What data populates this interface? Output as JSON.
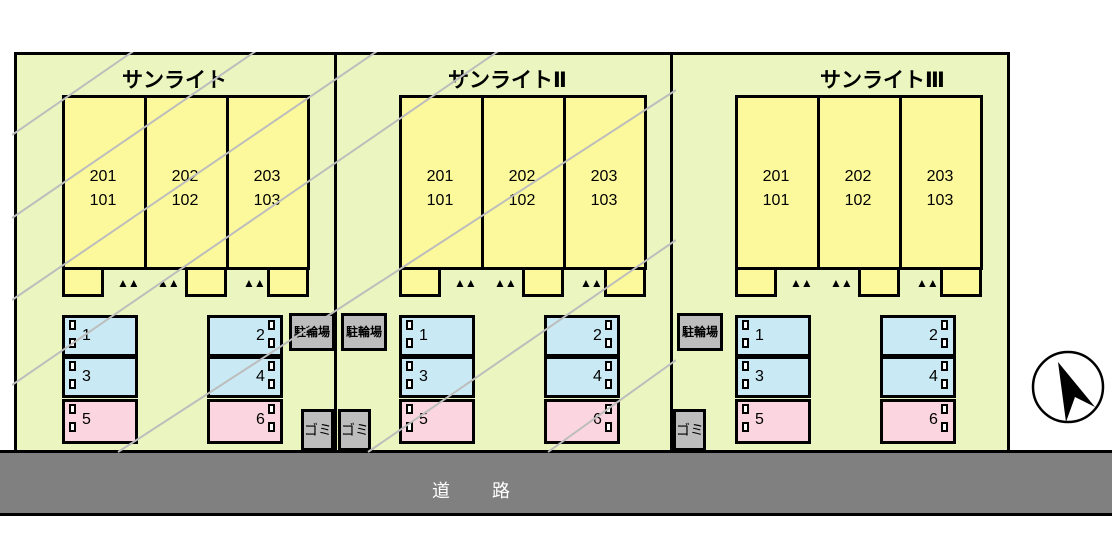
{
  "buildings": [
    {
      "name": "サンライト",
      "units": [
        {
          "upper": "201",
          "lower": "101"
        },
        {
          "upper": "202",
          "lower": "102"
        },
        {
          "upper": "203",
          "lower": "103"
        }
      ],
      "parking": [
        "1",
        "2",
        "3",
        "4",
        "5",
        "6"
      ],
      "bike": "駐輪場",
      "trash": "ゴミ"
    },
    {
      "name": "サンライトⅡ",
      "units": [
        {
          "upper": "201",
          "lower": "101"
        },
        {
          "upper": "202",
          "lower": "102"
        },
        {
          "upper": "203",
          "lower": "103"
        }
      ],
      "parking": [
        "1",
        "2",
        "3",
        "4",
        "5",
        "6"
      ],
      "bike": "駐輪場",
      "trash": "ゴミ"
    },
    {
      "name": "サンライトⅢ",
      "units": [
        {
          "upper": "201",
          "lower": "101"
        },
        {
          "upper": "202",
          "lower": "102"
        },
        {
          "upper": "203",
          "lower": "103"
        }
      ],
      "parking": [
        "1",
        "2",
        "3",
        "4",
        "5",
        "6"
      ],
      "bike": "駐輪場",
      "trash": "ゴミ"
    }
  ],
  "road": {
    "label": "道　　路"
  },
  "colors": {
    "lot": "#ebf5bf",
    "building": "#fbf99b",
    "parking_blue": "#c9eaf4",
    "parking_pink": "#fbd5e0",
    "facility": "#bdbdbd",
    "road": "#808080"
  },
  "icons": {
    "compass": "north-arrow-icon",
    "shoes": "entrance-shoes-icon"
  }
}
